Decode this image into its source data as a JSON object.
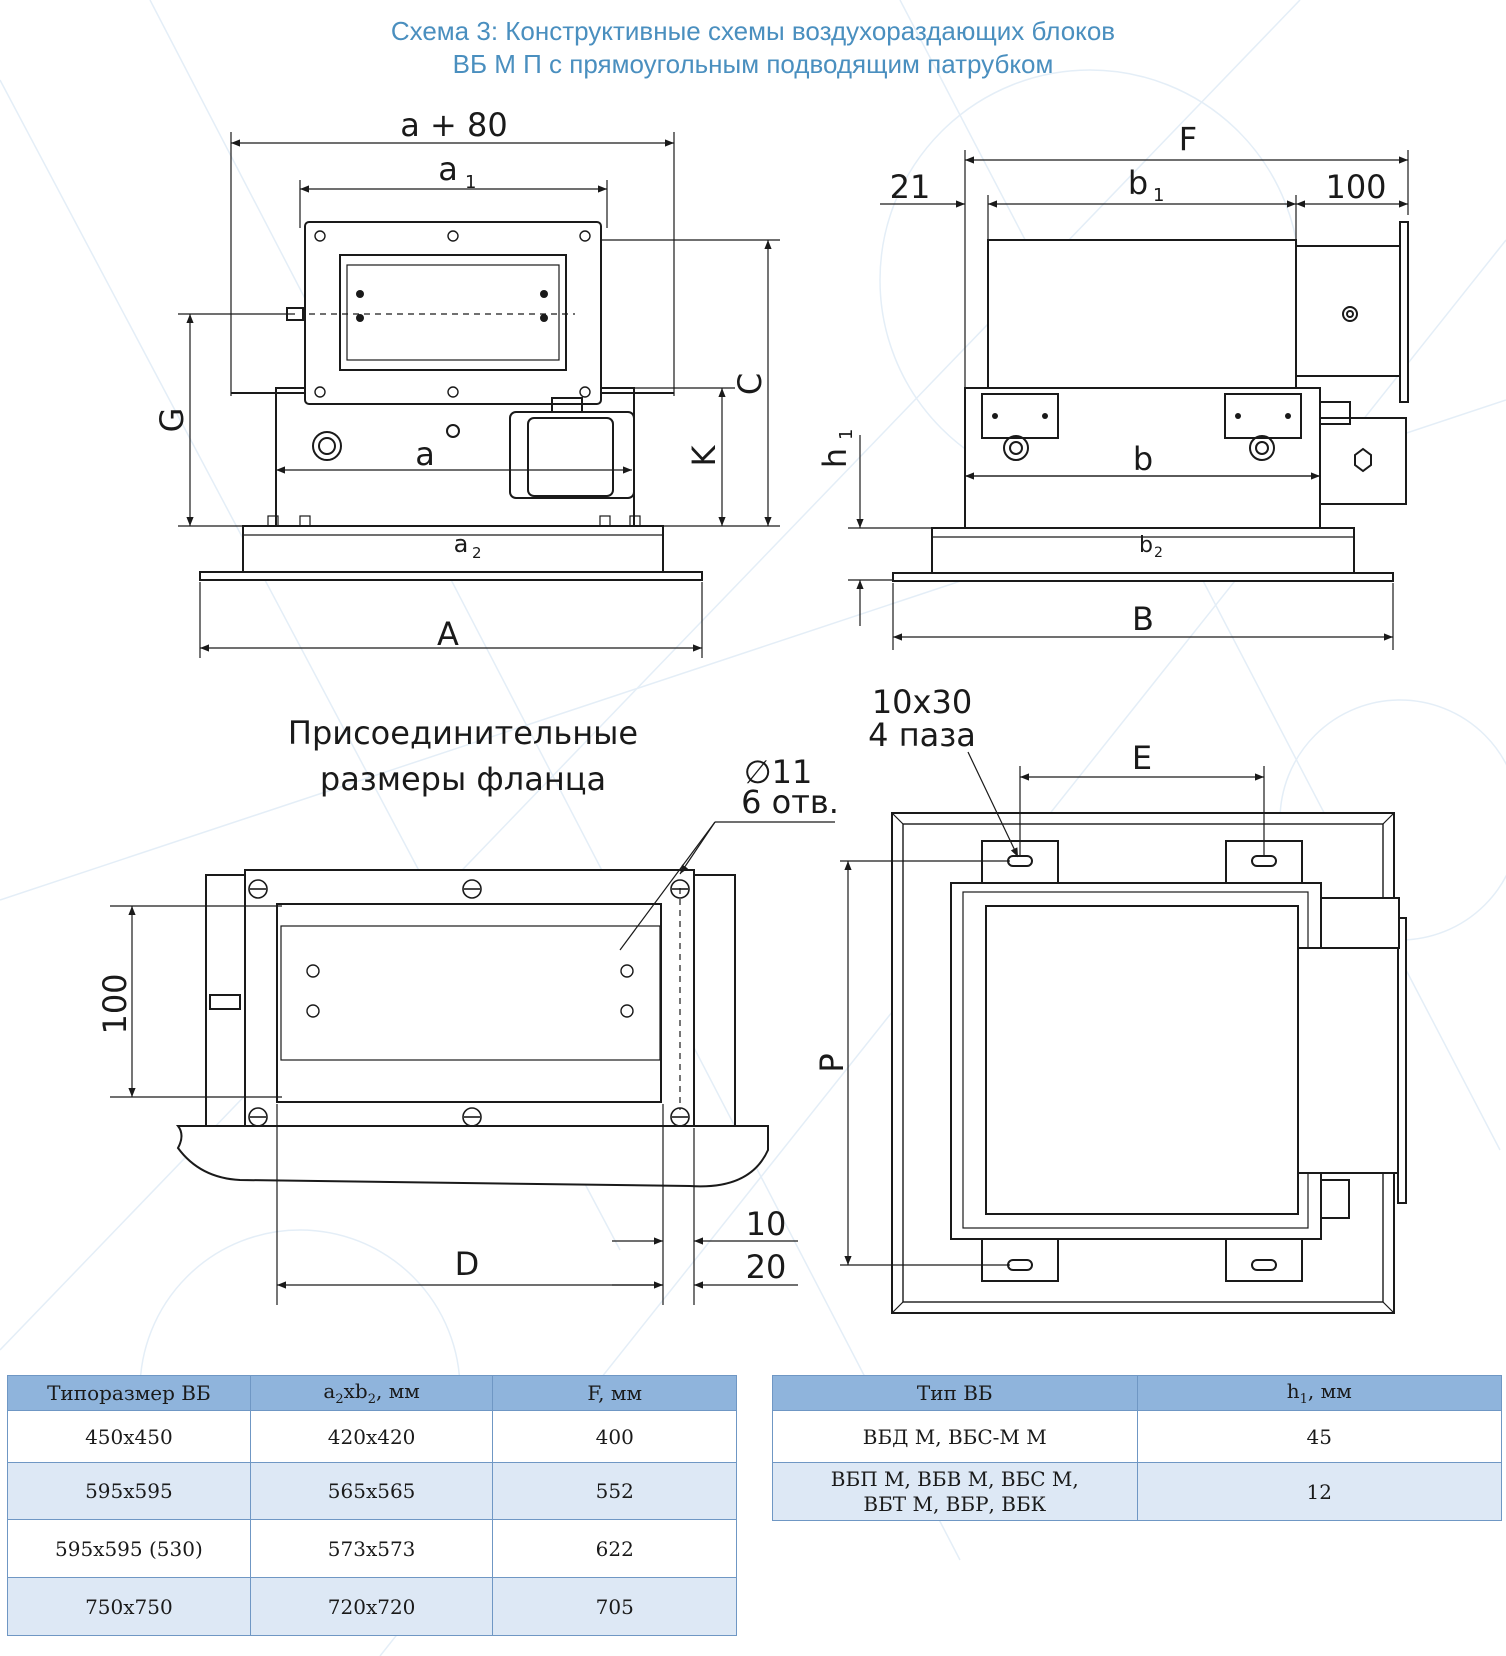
{
  "title": {
    "line1": "Схема 3: Конструктивные схемы воздухораздающих блоков",
    "line2": "ВБ М П с прямоугольным подводящим патрубком"
  },
  "front_view": {
    "dim_a80": "a + 80",
    "dim_a1_base": "a",
    "dim_a1_sub": "1",
    "dim_a": "a",
    "dim_a2_base": "a",
    "dim_a2_sub": "2",
    "dim_A": "A",
    "dim_G": "G",
    "dim_K": "K",
    "dim_C": "C"
  },
  "side_view": {
    "dim_F": "F",
    "dim_21": "21",
    "dim_b1_base": "b",
    "dim_b1_sub": "1",
    "dim_100": "100",
    "dim_h1_base": "h",
    "dim_h1_sub": "1",
    "dim_b": "b",
    "dim_b2_base": "b",
    "dim_b2_sub": "2",
    "dim_B": "B"
  },
  "flange_view": {
    "caption_line1": "Присоединительные",
    "caption_line2": "размеры фланца",
    "hole_line1": "∅11",
    "hole_line2": "6 отв.",
    "dim_100": "100",
    "dim_D": "D",
    "dim_10": "10",
    "dim_20": "20"
  },
  "top_view": {
    "slot_line1": "10x30",
    "slot_line2": "4 паза",
    "dim_E": "E",
    "dim_P": "P"
  },
  "table_sizes": {
    "headers": [
      "Типоразмер ВБ",
      "a2xb2, мм",
      "F, мм"
    ],
    "rows": [
      [
        "450x450",
        "420x420",
        "400"
      ],
      [
        "595x595",
        "565x565",
        "552"
      ],
      [
        "595x595 (530)",
        "573x573",
        "622"
      ],
      [
        "750x750",
        "720x720",
        "705"
      ]
    ]
  },
  "table_types": {
    "headers": [
      "Тип ВБ",
      "h1, мм"
    ],
    "rows": [
      [
        "ВБД М, ВБС-М М",
        "45"
      ],
      [
        "ВБП М, ВБВ М, ВБС М,\nВБТ М, ВБР, ВБК",
        "12"
      ]
    ]
  },
  "colors": {
    "title": "#4a8fbf",
    "table_header": "#8fb4dc",
    "table_alt_row": "#dde8f5",
    "line": "#1a1a1a"
  }
}
